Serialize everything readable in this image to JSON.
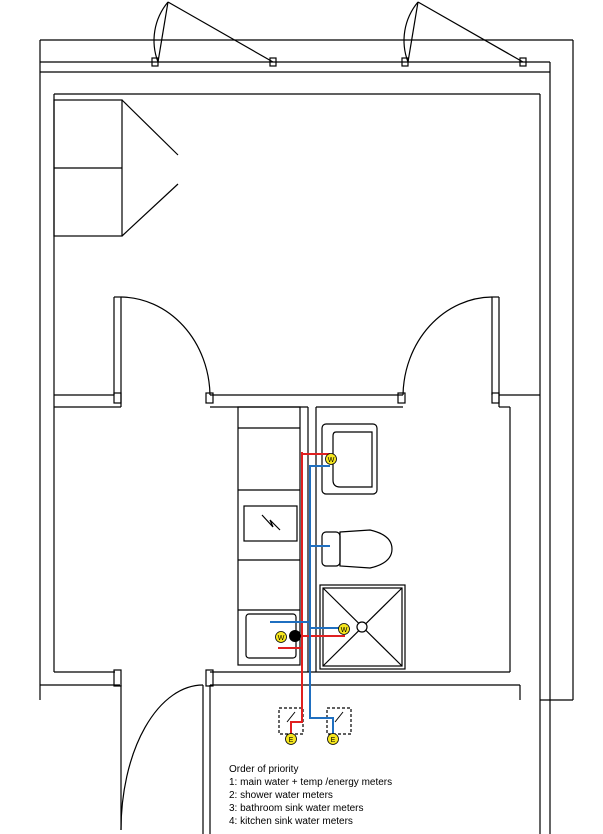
{
  "notes": {
    "title": "Order of priority",
    "items": [
      "1: main water + temp /energy meters",
      "2: shower water meters",
      "3: bathroom sink water meters",
      "4: kitchen sink water meters"
    ]
  },
  "meter_labels": {
    "water": "W",
    "energy": "E"
  },
  "colors": {
    "hot_pipe": "#e02020",
    "cold_pipe": "#1f6fc0",
    "meter_fill": "#f5e61e",
    "wall": "#000000"
  }
}
